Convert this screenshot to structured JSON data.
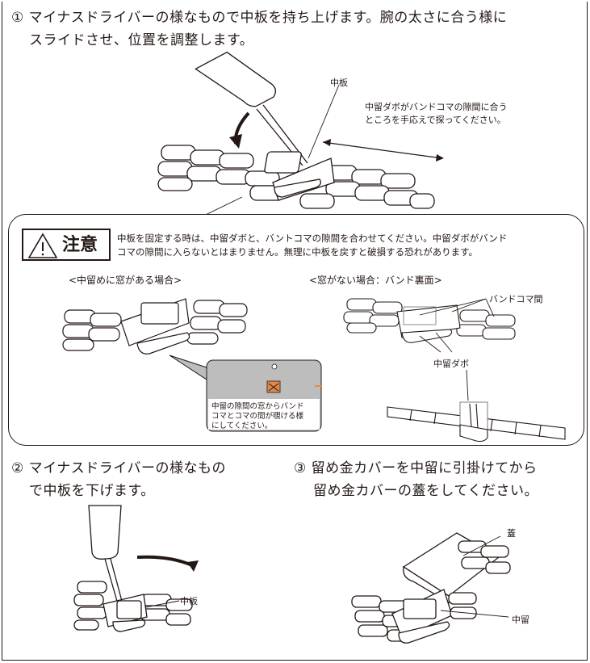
{
  "step1": {
    "text_line1": "① マイナスドライバーの様なもので中板を持ち上げます。腕の太さに合う様に",
    "text_line2": "スライドさせ、位置を調整します。",
    "label_naka_ita": "中板",
    "hint_line1": "中留ダボがバンドコマの隙間に合う",
    "hint_line2": "ところを手応えで探ってください。"
  },
  "caution": {
    "badge_label": "注意",
    "body_line1": "中板を固定する時は、中留ダボと、バントコマの隙間を合わせてください。中留ダボがバンド",
    "body_line2": "コマの隙間に入らないとはまりません。無理に中板を戻すと破損する恐れがあります。",
    "case_window_title": "<中留めに窓がある場合>",
    "case_no_window_title": "<窓がない場合：バンド裏面>",
    "callout_line1": "中留の隙間の窓からバンド",
    "callout_line2": "コマとコマの間が覗ける様",
    "callout_line3": "にしてください。",
    "label_band_gap": "バンドコマ間",
    "label_dabo": "中留ダボ"
  },
  "step2": {
    "text_line1": "② マイナスドライバーの様なもの",
    "text_line2": "で中板を下げます。",
    "label_naka_ita": "中板"
  },
  "step3": {
    "text_line1": "③ 留め金カバーを中留に引掛けてから",
    "text_line2": "留め金カバーの蓋をしてください。",
    "label_futa": "蓋",
    "label_nakadome": "中留"
  },
  "colors": {
    "line": "#231815",
    "accent": "#e08a4a",
    "callout_bg": "#bdbdbd"
  }
}
